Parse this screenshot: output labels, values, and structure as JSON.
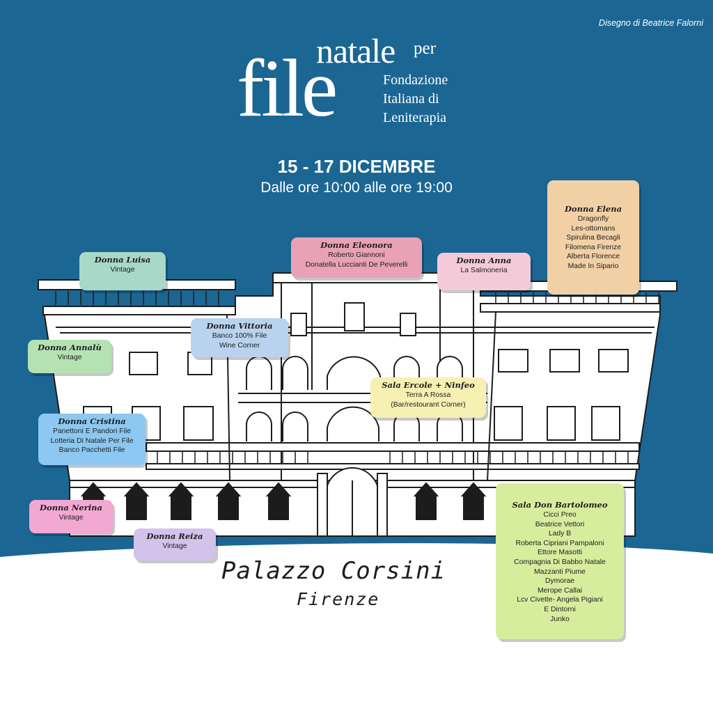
{
  "credit": "Disegno di Beatrice Falorni",
  "logo": {
    "file": "file",
    "natale": "natale",
    "per": "per",
    "org_lines": [
      "Fondazione",
      "Italiana di",
      "Leniterapia"
    ]
  },
  "event": {
    "dates": "15 - 17 DICEMBRE",
    "hours": "Dalle ore 10:00 alle ore 19:00"
  },
  "venue": {
    "name": "Palazzo Corsini",
    "city": "Firenze"
  },
  "colors": {
    "background_blue": "#1b6693",
    "ground_white": "#ffffff",
    "drawing_line": "#1c1c1c"
  },
  "rooms": [
    {
      "id": "donna-luisa",
      "title": "Donna Luisa",
      "lines": [
        "Vintage"
      ],
      "color": "#a8d8c7"
    },
    {
      "id": "donna-eleonora",
      "title": "Donna Eleonora",
      "lines": [
        "Roberto Giannoni",
        "Donatella Luccianti De Peverelli"
      ],
      "color": "#e9a2b5"
    },
    {
      "id": "donna-anna",
      "title": "Donna Anna",
      "lines": [
        "La Salmoneria"
      ],
      "color": "#f4cad9"
    },
    {
      "id": "donna-elena",
      "title": "Donna Elena",
      "lines": [
        "Dragonfly",
        "Les-ottomans",
        "Spirulina Becagli",
        "Filomena Firenze",
        "Alberta Florence",
        "Made In Sipario"
      ],
      "color": "#f2d0a6"
    },
    {
      "id": "donna-vittoria",
      "title": "Donna Vittoria",
      "lines": [
        "Banco 100% File",
        "Wine Corner"
      ],
      "color": "#b9d3ee"
    },
    {
      "id": "donna-annalu",
      "title": "Donna Annalù",
      "lines": [
        "Vintage"
      ],
      "color": "#b5e2b3"
    },
    {
      "id": "sala-ercole",
      "title": "Sala Ercole + Ninfeo",
      "lines": [
        "Terra A Rossa",
        "(Bar/restourant Corner)"
      ],
      "color": "#f6f0b3"
    },
    {
      "id": "donna-cristina",
      "title": "Donna Cristina",
      "lines": [
        "Panettoni E Pandori File",
        "Lotteria Di Natale Per File",
        "Banco Pacchetti File"
      ],
      "color": "#8cc8f1"
    },
    {
      "id": "donna-nerina",
      "title": "Donna Nerina",
      "lines": [
        "Vintage"
      ],
      "color": "#f3a7d3"
    },
    {
      "id": "donna-reiza",
      "title": "Donna Reiza",
      "lines": [
        "Vintage"
      ],
      "color": "#d3c2ea"
    },
    {
      "id": "sala-don-bartolomeo",
      "title": "Sala Don Bartolomeo",
      "lines": [
        "Cicci Preo",
        "Beatrice Vettori",
        "Lady B",
        "Roberta Cipriani Pampaloni",
        "Ettore Masotti",
        "Compagnia Di Babbo Natale",
        "Mazzanti Piume",
        "Dymorae",
        "Merope Callai",
        "Lcv Civette- Angela Pigiani",
        "E Dintorni",
        "Junko"
      ],
      "color": "#d7ed9e"
    }
  ]
}
